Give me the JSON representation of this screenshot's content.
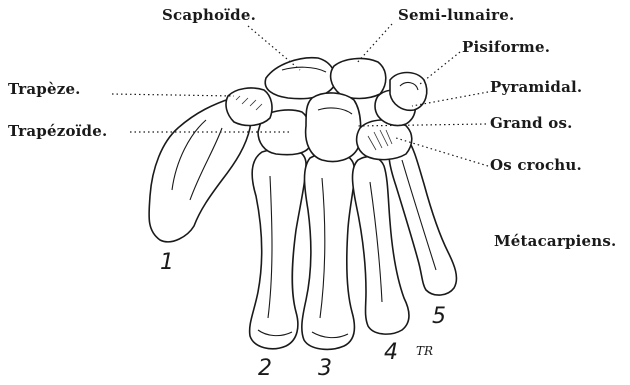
{
  "labels": {
    "scaphoide": "Scaphoïde.",
    "semi_lunaire": "Semi-lunaire.",
    "pisiforme": "Pisiforme.",
    "trapeze": "Trapèze.",
    "pyramidal": "Pyramidal.",
    "trapezoide": "Trapézoïde.",
    "grand_os": "Grand os.",
    "os_crochu": "Os crochu.",
    "metacarpiens": "Métacarpiens."
  },
  "metacarpal_numbers": [
    "1",
    "2",
    "3",
    "4",
    "5"
  ],
  "signature": "TR"
}
